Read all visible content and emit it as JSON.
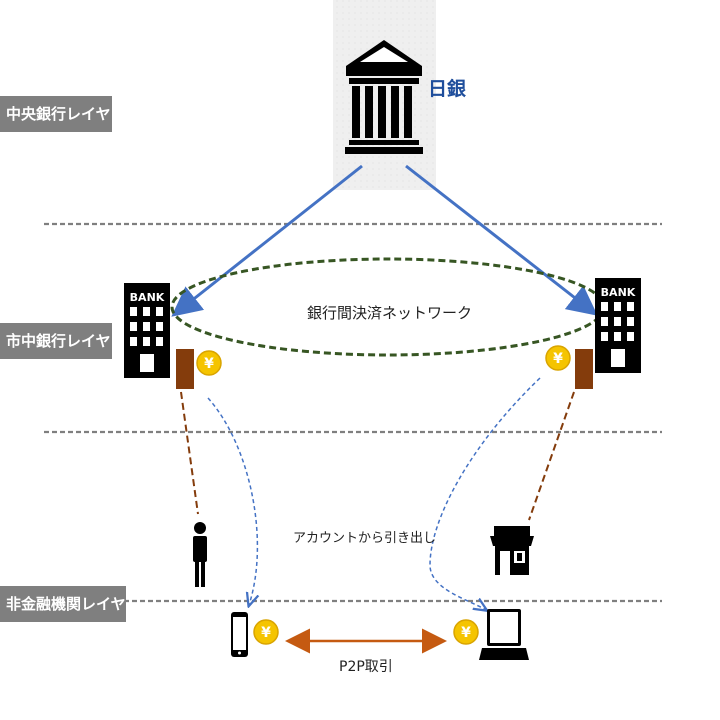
{
  "layers": {
    "central": "中央銀行レイヤ",
    "commercial": "市中銀行レイヤ",
    "non_financial": "非金融機関レイヤ"
  },
  "nodes": {
    "central_bank": "日銀",
    "bank_sign": "BANK"
  },
  "labels": {
    "interbank_network": "銀行間決済ネットワーク",
    "withdraw": "アカウントから引き出し",
    "p2p": "P2P取引"
  },
  "coin_symbol": "¥",
  "colors": {
    "central_bank_text": "#1f4e9c",
    "arrow_blue": "#4472c4",
    "network_ellipse": "#375623",
    "brown_line": "#843c0c",
    "p2p_arrow": "#c55a11",
    "coin": "#f5c400",
    "layer_label_bg": "#7f7f7f"
  }
}
